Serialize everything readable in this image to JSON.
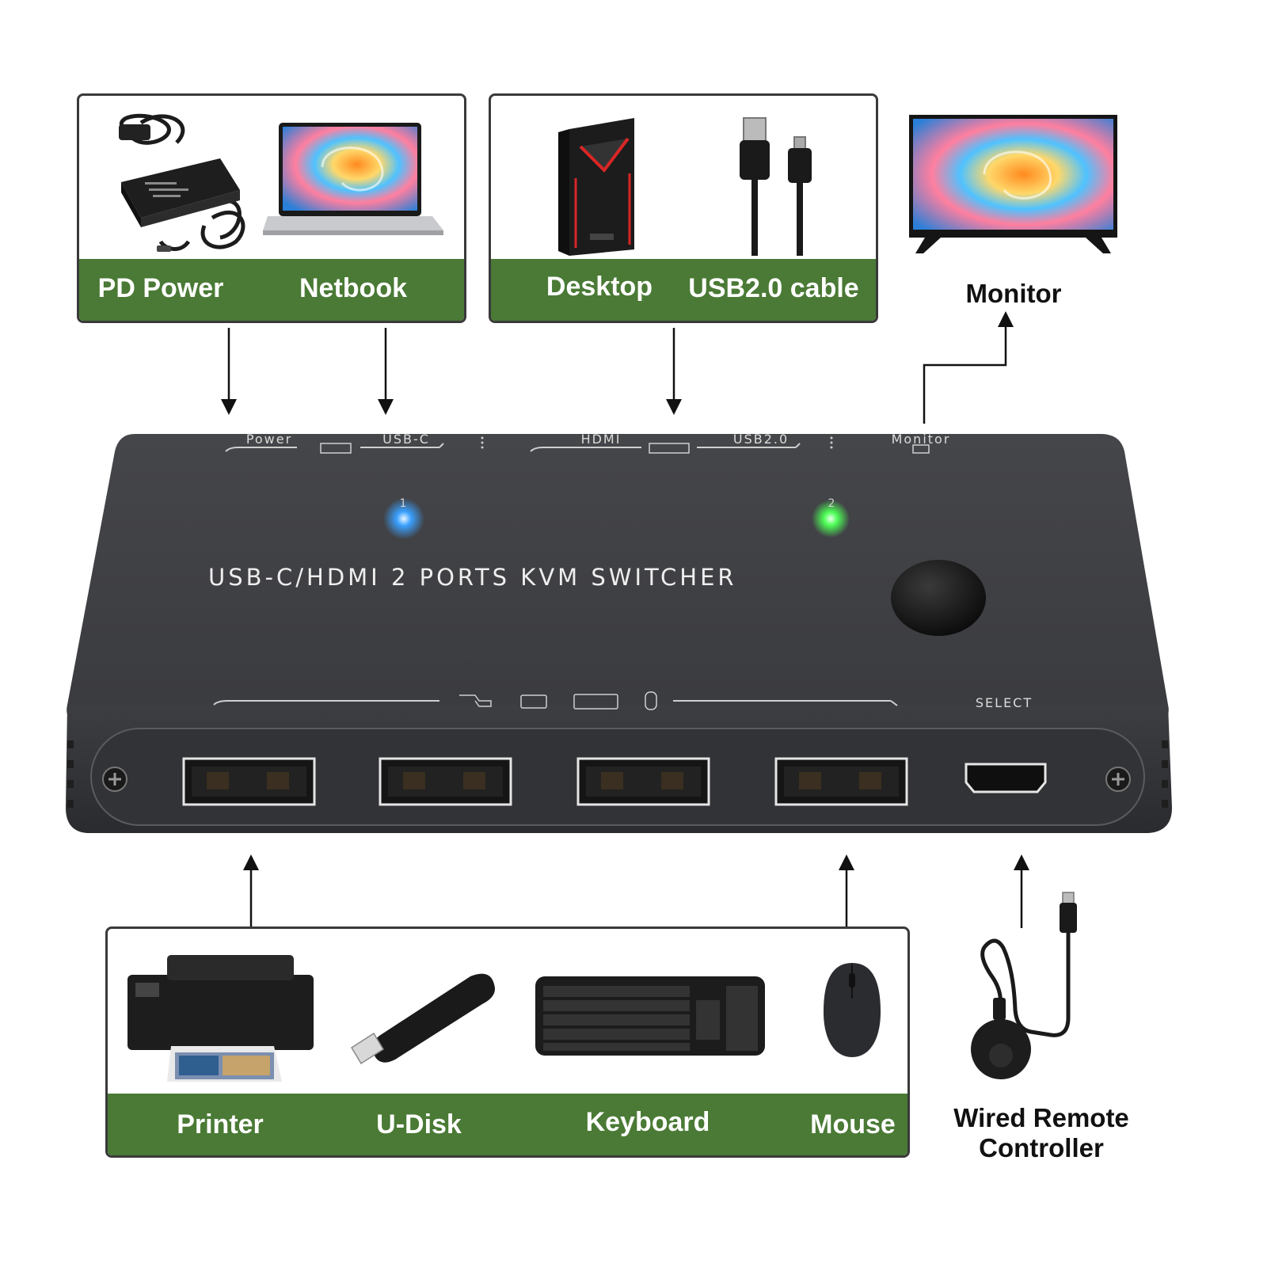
{
  "top_left_panel": {
    "labels": [
      "PD Power",
      "Netbook"
    ]
  },
  "top_mid_panel": {
    "labels": [
      "Desktop",
      "USB2.0 cable"
    ]
  },
  "monitor": {
    "label": "Monitor"
  },
  "device": {
    "title": "USB-C/HDMI 2 PORTS KVM SWITCHER",
    "port_labels": {
      "power": "Power",
      "usbc": "USB-C",
      "hdmi": "HDMI",
      "usb2": "USB2.0",
      "monitor": "Monitor"
    },
    "led_1": "1",
    "led_2": "2",
    "select": "SELECT",
    "led_1_color": "#3aa0ff",
    "led_2_color": "#4cff55"
  },
  "bottom_panel": {
    "labels": [
      "Printer",
      "U-Disk",
      "Keyboard",
      "Mouse"
    ]
  },
  "remote": {
    "label_line1": "Wired Remote",
    "label_line2": "Controller"
  },
  "colors": {
    "band": "#4a7a35",
    "device_body": "#3c3d41"
  }
}
